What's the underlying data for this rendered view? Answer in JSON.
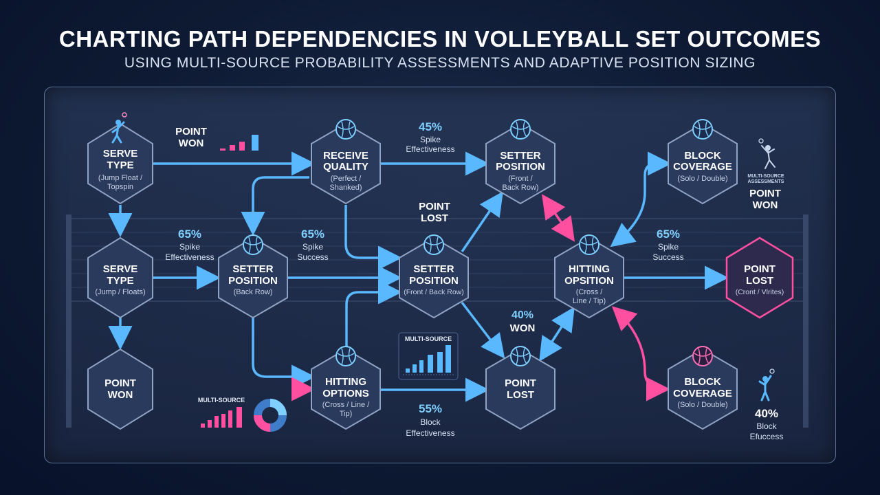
{
  "header": {
    "title": "CHARTING PATH DEPENDENCIES IN VOLLEYBALL SET OUTCOMES",
    "subtitle": "USING MULTI-SOURCE PROBABILITY ASSESSMENTS AND ADAPTIVE POSITION SIZING"
  },
  "colors": {
    "blue": "#5ab8ff",
    "pink": "#ff4fa0",
    "node_fill": "#2a3a5c",
    "node_stroke": "#8fa3c4"
  },
  "nodes": {
    "n1": {
      "line1": "SERVE",
      "line2": "TYPE",
      "sub1": "(Jump Float /",
      "sub2": "Topspin"
    },
    "n2": {
      "line1": "RECEIVE",
      "line2": "QUALITY",
      "sub1": "(Perfect /",
      "sub2": "Shanked)"
    },
    "n3": {
      "line1": "SETTER",
      "line2": "POSITION",
      "sub1": "(Front /",
      "sub2": "Back Row)"
    },
    "n4": {
      "line1": "BLOCK",
      "line2": "COVERAGE",
      "sub1": "(Solo / Double)"
    },
    "n5": {
      "line1": "SERVE",
      "line2": "TYPE",
      "sub1": "(Jump / Floats)"
    },
    "n6": {
      "line1": "SETTER",
      "line2": "POSITION",
      "sub1": "(Back Row)"
    },
    "n7": {
      "line1": "SETTER",
      "line2": "POSITION",
      "sub1": "(Front / Back Row)"
    },
    "n8": {
      "line1": "HITTING",
      "line2": "OPSITION",
      "sub1": "(Cross /",
      "sub2": "Line / Tip)"
    },
    "n9": {
      "line1": "POINT",
      "line2": "LOST",
      "sub1": "(Cront / Vlrites)"
    },
    "n10": {
      "line1": "POINT",
      "line2": "WON"
    },
    "n11": {
      "line1": "HITTING",
      "line2": "OPTIONS",
      "sub1": "(Cross / Line /",
      "sub2": "Tip)"
    },
    "n12": {
      "line1": "POINT",
      "line2": "LOST"
    },
    "n13": {
      "line1": "BLOCK",
      "line2": "COVERAGE",
      "sub1": "(Solo / Double)"
    }
  },
  "labels": {
    "point_won_top": {
      "l1": "POINT",
      "l2": "WON"
    },
    "pct_45": {
      "value": "45%",
      "l1": "Spike",
      "l2": "Effectiveness"
    },
    "point_lost_mid": {
      "l1": "POINT",
      "l2": "LOST"
    },
    "pct_65_left": {
      "value": "65%",
      "l1": "Spike",
      "l2": "Effectiveness"
    },
    "pct_65_mid": {
      "value": "65%",
      "l1": "Spike",
      "l2": "Success"
    },
    "pct_40_won": {
      "l1": "40%",
      "l2": "WON"
    },
    "pct_65_right": {
      "value": "65%",
      "l1": "Spike",
      "l2": "Success"
    },
    "pct_55": {
      "value": "55%",
      "l1": "Block",
      "l2": "Effectiveness"
    },
    "pct_40_right": {
      "value": "40%",
      "l1": "Block",
      "l2": "Efuccess"
    },
    "multi_source_top_right": {
      "l1": "MULTI-SOURCE",
      "l2": "ASSESSMENTS"
    },
    "point_won_right": {
      "l1": "POINT",
      "l2": "WON"
    },
    "multi_source_mid": "MULTI-SOURCE",
    "multi_source_bottom": "MULTI-SOURCE"
  }
}
